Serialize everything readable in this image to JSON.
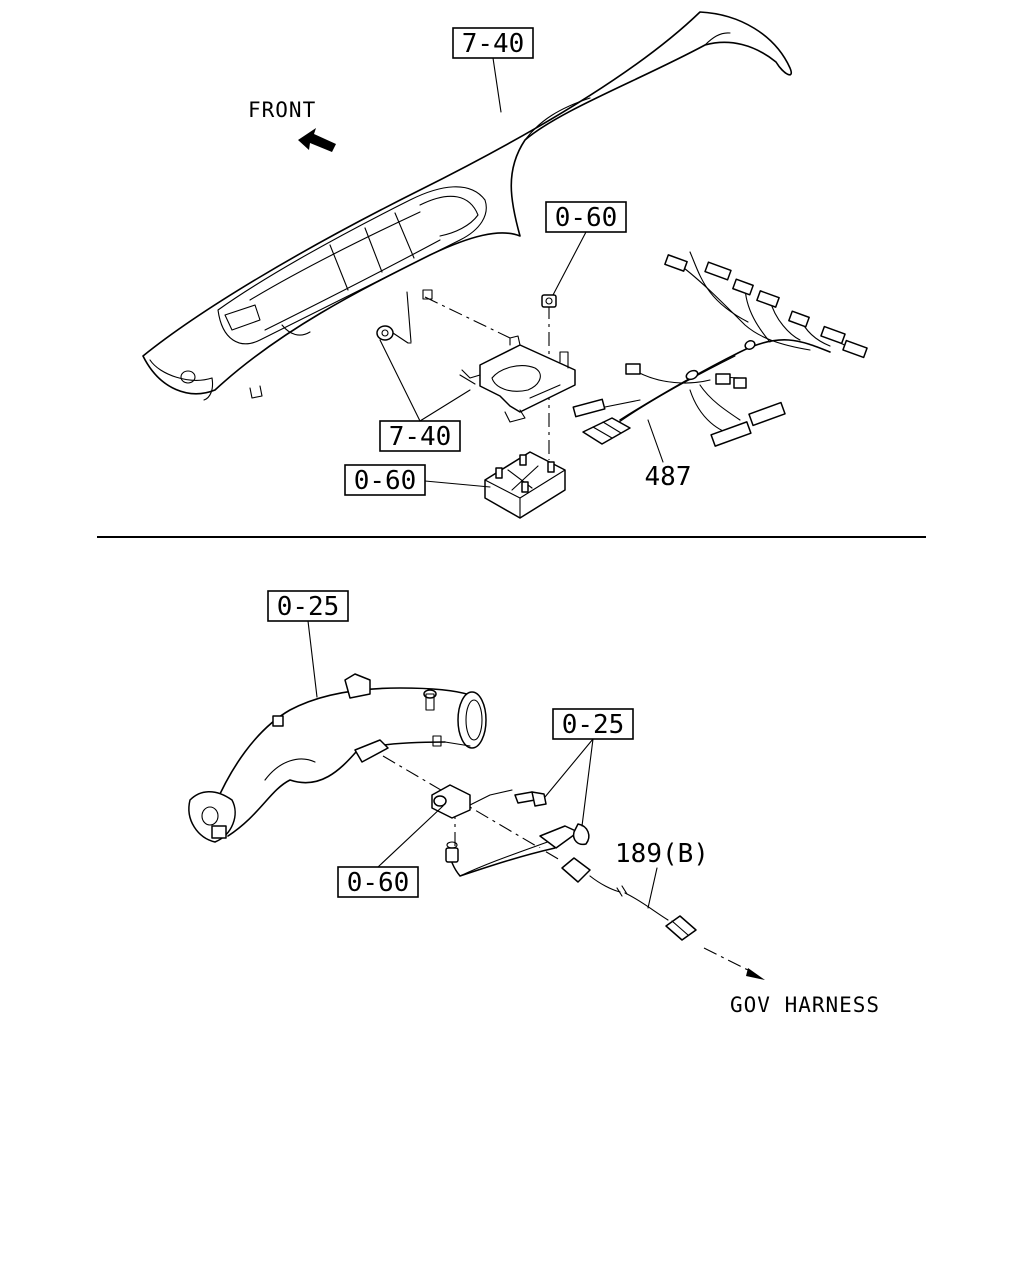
{
  "labels": {
    "ref_7_40_top": "7-40",
    "front": "FRONT",
    "ref_0_60_nut": "0-60",
    "ref_7_40_clip": "7-40",
    "ref_0_60_module": "0-60",
    "part_487": "487",
    "ref_0_25_pipe": "0-25",
    "ref_0_25_bolt": "0-25",
    "ref_0_60_sensor": "0-60",
    "part_189b": "189(B)",
    "gov_harness": "GOV HARNESS"
  }
}
